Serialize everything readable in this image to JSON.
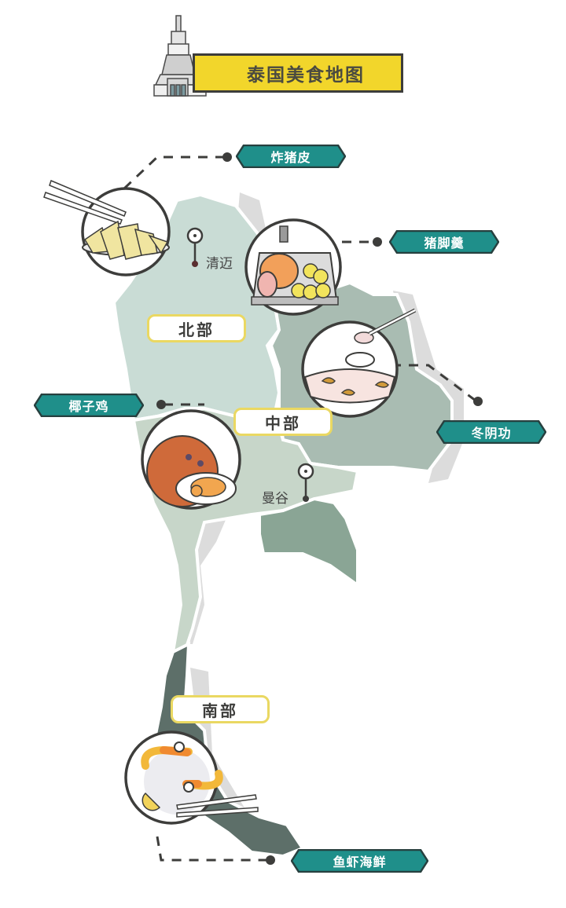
{
  "title": "泰国美食地图",
  "colors": {
    "title_banner": "#f2d62b",
    "outline": "#3d3d3b",
    "tag_teal": "#1f8f8a",
    "tag_border": "#27403f",
    "region_north": "#c9dcd5",
    "region_northeast": "#a9bcb2",
    "region_central": "#c7d6c9",
    "region_east": "#8aa595",
    "region_south": "#5d6f69",
    "region_label_border": "#ead862",
    "neighbor_gray": "#dcdcdc"
  },
  "regions": [
    {
      "id": "north",
      "label": "北部"
    },
    {
      "id": "central",
      "label": "中部"
    },
    {
      "id": "south",
      "label": "南部"
    }
  ],
  "cities": [
    {
      "id": "chiang-mai",
      "label": "清迈"
    },
    {
      "id": "bangkok",
      "label": "曼谷"
    }
  ],
  "dishes": [
    {
      "id": "fried-pork-skin",
      "label": "炸猪皮",
      "icon": "fried-pork-skin-illustration"
    },
    {
      "id": "pork-knuckle-stew",
      "label": "猪脚羹",
      "icon": "pork-knuckle-illustration"
    },
    {
      "id": "coconut-chicken",
      "label": "椰子鸡",
      "icon": "coconut-chicken-illustration"
    },
    {
      "id": "tom-yum",
      "label": "冬阴功",
      "icon": "tom-yum-soup-illustration"
    },
    {
      "id": "seafood",
      "label": "鱼虾海鲜",
      "icon": "shrimp-seafood-illustration"
    }
  ],
  "header_icon": "temple-icon"
}
